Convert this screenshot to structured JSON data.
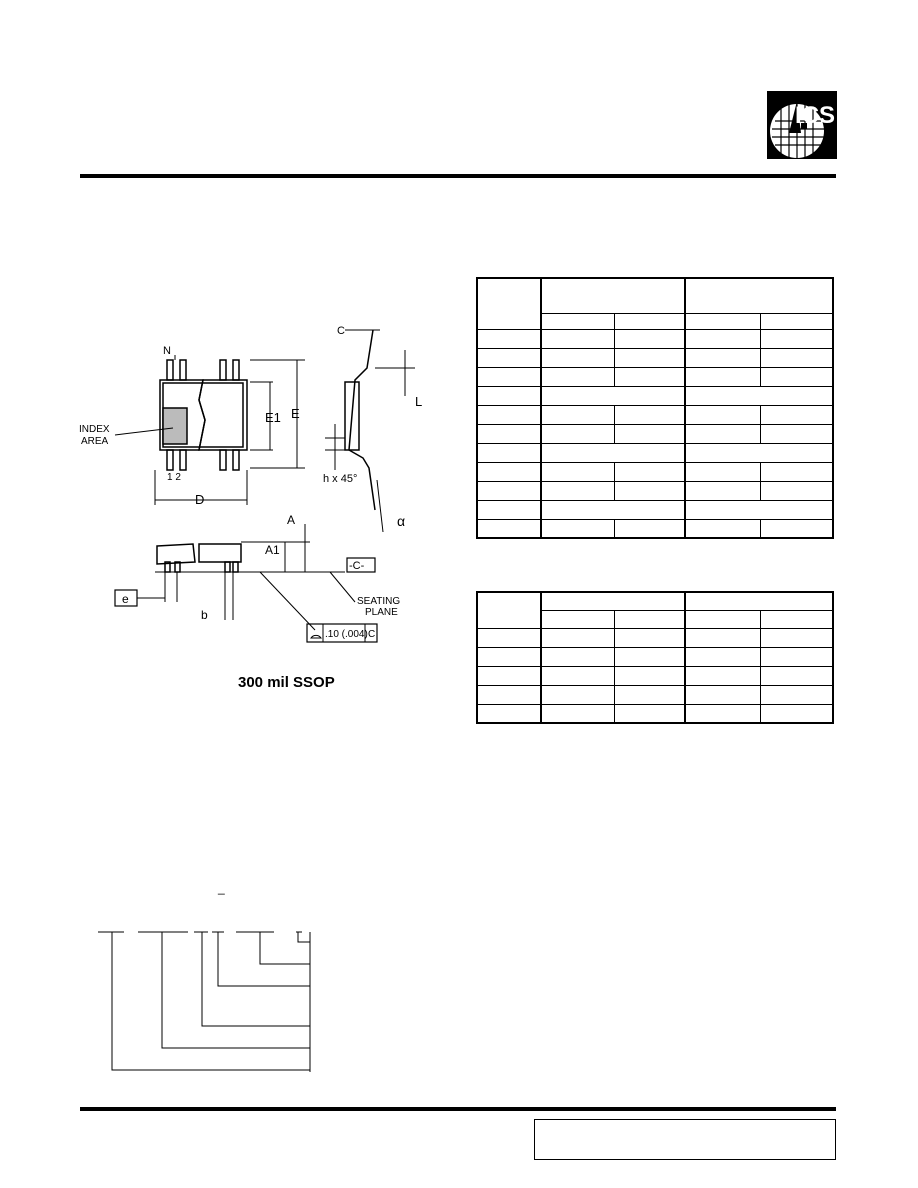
{
  "logo": {
    "text": "ICS",
    "icon": "ics-logo-icon"
  },
  "drawing": {
    "label_n": "N",
    "label_index_1": "INDEX",
    "label_index_2": "AREA",
    "label_e1": "E1",
    "label_e": "E",
    "label_12": "1 2",
    "label_d": "D",
    "label_c": "C",
    "label_l": "L",
    "label_h45": "h x 45°",
    "label_alpha": "α",
    "label_a": "A",
    "label_a1": "A1",
    "label_seating_c": "-C-",
    "label_seating_1": "SEATING",
    "label_seating_2": "PLANE",
    "label_e_small": "e",
    "label_b": "b",
    "label_tolerance": ".10 (.004)",
    "label_tolerance_ref": "C"
  },
  "package_title": "300 mil SSOP",
  "table1": {
    "rows": 11
  },
  "table2": {
    "rows": 5
  },
  "ordering": {
    "dash": "_"
  }
}
